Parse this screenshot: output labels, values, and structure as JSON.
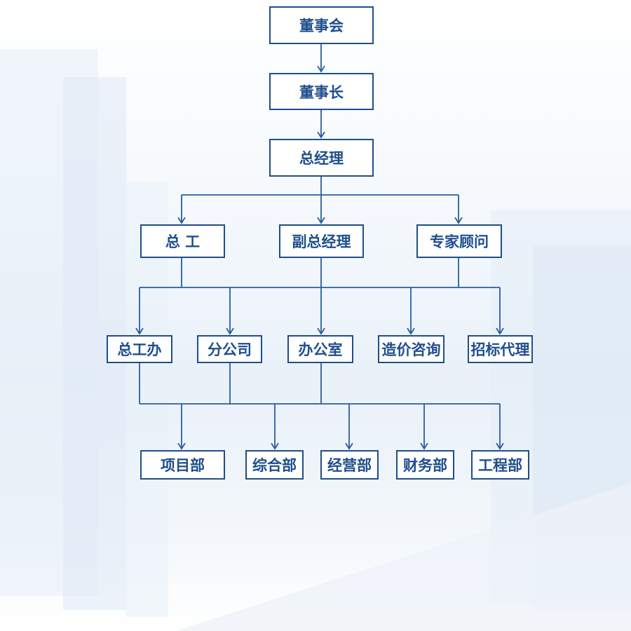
{
  "colors": {
    "box_border": "#1f4e8c",
    "text": "#1f4e8c",
    "connector": "#2a5d9f"
  },
  "org_chart": {
    "level1": "董事会",
    "level2": "董事长",
    "level3": "总经理",
    "level4": [
      "总 工",
      "副总经理",
      "专家顾问"
    ],
    "level5": [
      "总工办",
      "分公司",
      "办公室",
      "造价咨询",
      "招标代理"
    ],
    "level6": [
      "项目部",
      "综合部",
      "经营部",
      "财务部",
      "工程部"
    ]
  }
}
